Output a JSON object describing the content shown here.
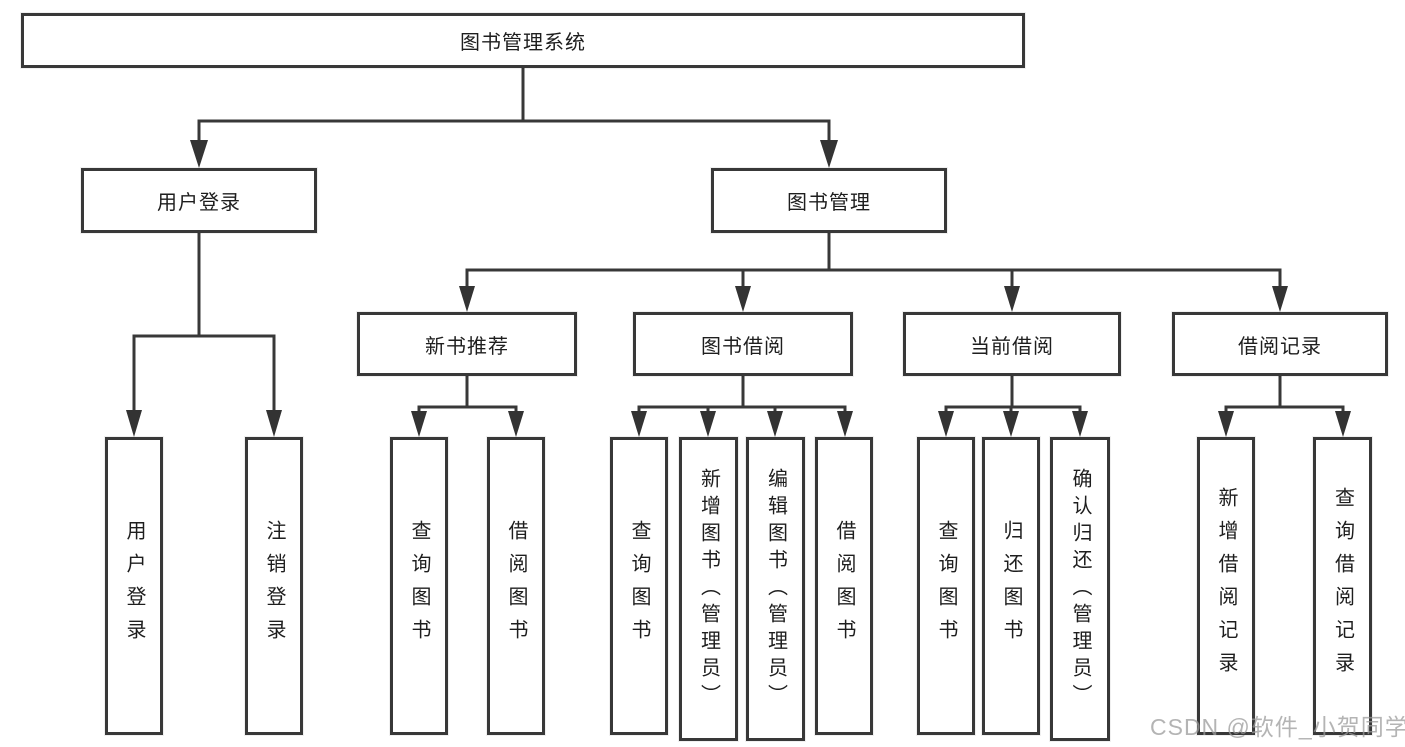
{
  "diagram": {
    "type": "hierarchy-diagram",
    "root": "图书管理系统",
    "branches": [
      {
        "label": "用户登录",
        "children": [
          "用户登录",
          "注销登录"
        ]
      },
      {
        "label": "图书管理",
        "children": [
          {
            "label": "新书推荐",
            "children": [
              "查询图书",
              "借阅图书"
            ]
          },
          {
            "label": "图书借阅",
            "children": [
              "查询图书",
              "新增图书（管理员）",
              "编辑图书（管理员）",
              "借阅图书"
            ]
          },
          {
            "label": "当前借阅",
            "children": [
              "查询图书",
              "归还图书",
              "确认归还（管理员）"
            ]
          },
          {
            "label": "借阅记录",
            "children": [
              "新增借阅记录",
              "查询借阅记录"
            ]
          }
        ]
      }
    ],
    "watermark": "CSDN @软件_小贺同学",
    "colors": {
      "line": "#383838",
      "arrow": "#333333",
      "text": "#1e1e1e",
      "background": "#ffffff",
      "watermark": "#9b9b9b"
    }
  }
}
